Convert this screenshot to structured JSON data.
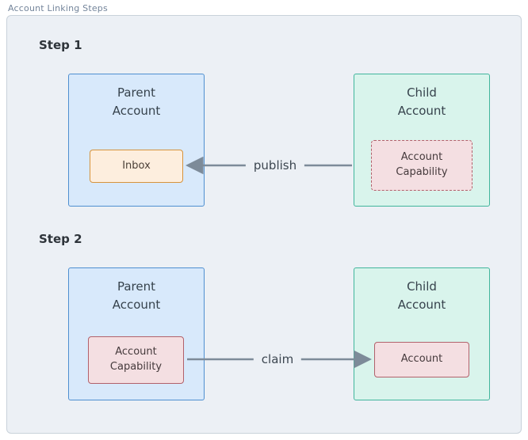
{
  "panel": {
    "label": "Account Linking Steps"
  },
  "steps": [
    {
      "title": "Step 1",
      "parent": {
        "label": "Parent\nAccount",
        "inner": "Inbox"
      },
      "child": {
        "label": "Child\nAccount",
        "inner": "Account\nCapability"
      },
      "arrow_label": "publish",
      "arrow_direction": "left"
    },
    {
      "title": "Step 2",
      "parent": {
        "label": "Parent\nAccount",
        "inner": "Account\nCapability"
      },
      "child": {
        "label": "Child\nAccount",
        "inner": "Account"
      },
      "arrow_label": "claim",
      "arrow_direction": "right"
    }
  ],
  "colors": {
    "panel_bg": "#ecf0f5",
    "panel_border": "#c9d2da",
    "parent_fill": "#d8e9fb",
    "parent_border": "#4e8fd0",
    "child_fill": "#d9f4ec",
    "child_border": "#41b59c",
    "inbox_fill": "#fdeede",
    "inbox_border": "#d6933c",
    "capability_fill": "#f4dfe2",
    "capability_border": "#b2616b",
    "arrow": "#7d8b99"
  }
}
